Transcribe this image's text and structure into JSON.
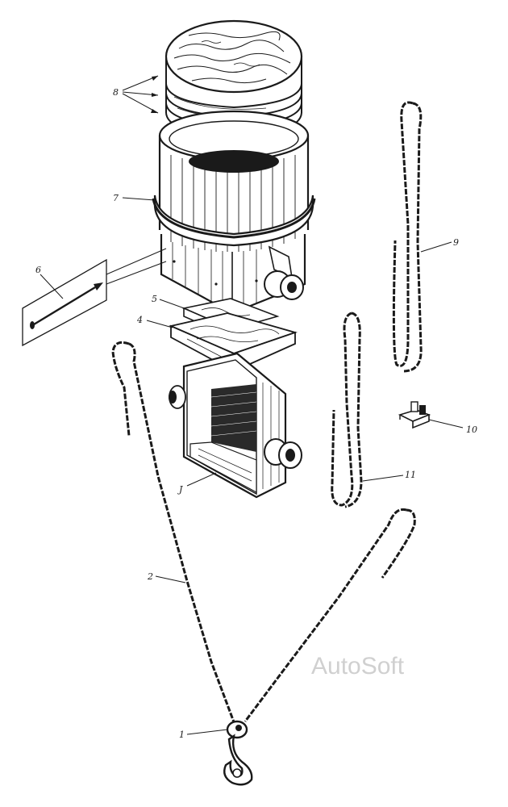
{
  "diagram": {
    "watermark": "AutoSoft",
    "callouts": [
      {
        "label": "1"
      },
      {
        "label": "2"
      },
      {
        "label": "J"
      },
      {
        "label": "4"
      },
      {
        "label": "5"
      },
      {
        "label": "6"
      },
      {
        "label": "7"
      },
      {
        "label": "8"
      },
      {
        "label": "9"
      },
      {
        "label": "10"
      },
      {
        "label": "11"
      }
    ]
  },
  "colors": {
    "ink": "#1a1a1a",
    "paper": "#ffffff",
    "watermark": "#d0d0d0"
  }
}
